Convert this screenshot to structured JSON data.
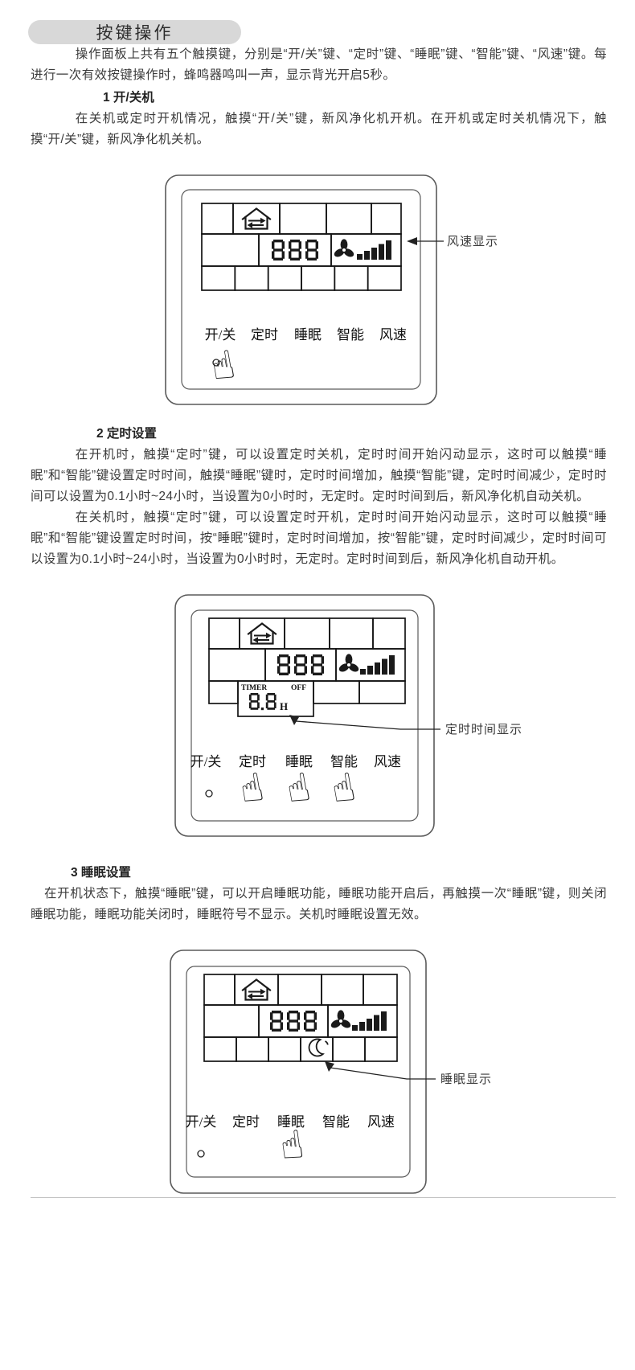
{
  "page": {
    "title": "按键操作"
  },
  "intro": "操作面板上共有五个触摸键，分别是“开/关”键、“定时”键、“睡眠”键、“智能”键、“风速”键。每进行一次有效按键操作时，蜂鸣器鸣叫一声，显示背光开启5秒。",
  "sections": [
    {
      "heading": "1 开/关机",
      "p1": "在关机或定时开机情况，触摸“开/关”键，新风净化机开机。在开机或定时关机情况下，触摸“开/关”键，新风净化机关机。",
      "callout": "风速显示"
    },
    {
      "heading": "2 定时设置",
      "p1": "在开机时，触摸“定时”键，可以设置定时关机，定时时间开始闪动显示，这时可以触摸“睡眠”和“智能”键设置定时时间，触摸“睡眠”键时，定时时间增加，触摸“智能”键，定时时间减少，定时时间可以设置为0.1小时~24小时，当设置为0小时时，无定时。定时时间到后，新风净化机自动关机。",
      "p2": "在关机时，触摸“定时”键，可以设置定时开机，定时时间开始闪动显示，这时可以触摸“睡眠”和“智能”键设置定时时间，按“睡眠”键时，定时时间增加，按“智能”键，定时时间减少，定时时间可以设置为0.1小时~24小时，当设置为0小时时，无定时。定时时间到后，新风净化机自动开机。",
      "callout": "定时时间显示"
    },
    {
      "heading": "3 睡眠设置",
      "p1": "在开机状态下，触摸“睡眠”键，可以开启睡眠功能，睡眠功能开启后，再触摸一次“睡眠”键，则关闭睡眠功能，睡眠功能关闭时，睡眠符号不显示。关机时睡眠设置无效。",
      "callout": "睡眠显示"
    }
  ],
  "panel": {
    "buttons": [
      "开/关",
      "定时",
      "睡眠",
      "智能",
      "风速"
    ],
    "digits": "888",
    "timer_label": "TIMER",
    "timer_state": "OFF",
    "timer_value": "8.8",
    "timer_value_unit": "H",
    "hand_icon": "☝"
  },
  "colors": {
    "pill_gray": "#d8d8d8",
    "ink": "#1a1a1a",
    "text": "#3b3b3b"
  }
}
